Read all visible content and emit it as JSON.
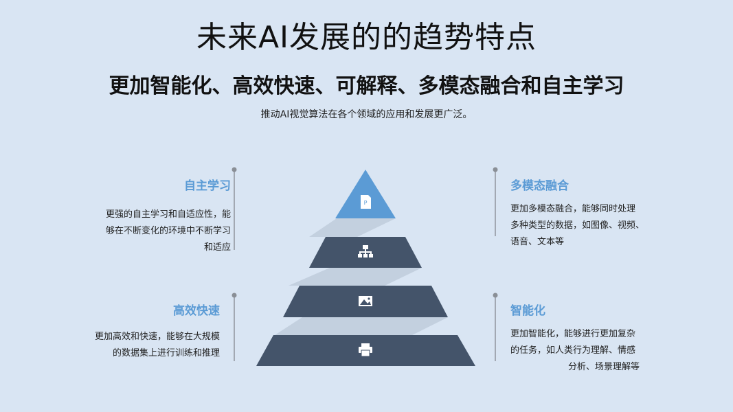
{
  "title": "未来AI发展的的趋势特点",
  "subtitle": "更加智能化、高效快速、可解释、多模态融合和自主学习",
  "description": "推动AI视觉算法在各个领域的应用和发展更广泛。",
  "colors": {
    "background": "#d9e5f3",
    "accent": "#5b9bd5",
    "tier_dark": "#44546a",
    "shadow": "#c3d0df",
    "line": "#8a8f96"
  },
  "pyramid": {
    "tiers": [
      {
        "icon": "document-icon"
      },
      {
        "icon": "org-chart-icon"
      },
      {
        "icon": "image-icon"
      },
      {
        "icon": "printer-icon"
      }
    ]
  },
  "blocks": {
    "left_top": {
      "heading": "自主学习",
      "lines": [
        "更强的自主学习和自适应性，能",
        "够在不断变化的环境中不断学习",
        "和适应"
      ]
    },
    "left_bottom": {
      "heading": "高效快速",
      "lines": [
        "更加高效和快速，能够在大规模",
        "的数据集上进行训练和推理"
      ]
    },
    "right_top": {
      "heading": "多模态融合",
      "lines": [
        "更加多模态融合，能够同时处理",
        "多种类型的数据，如图像、视频、",
        "语音、文本等"
      ]
    },
    "right_bottom": {
      "heading": "智能化",
      "lines": [
        "更加智能化，能够进行更加复杂",
        "的任务，如人类行为理解、情感",
        "分析、场景理解等"
      ]
    }
  }
}
